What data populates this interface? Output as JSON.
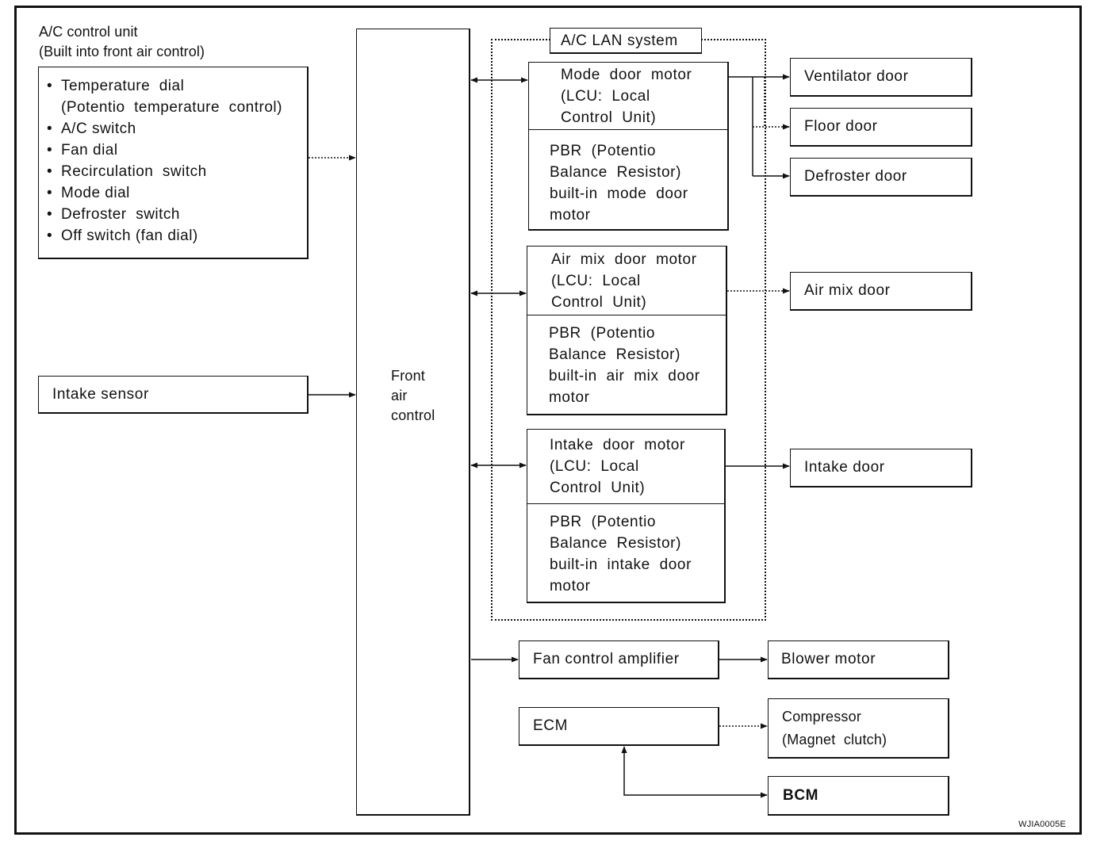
{
  "acu": {
    "title_line1": "A/C control unit",
    "title_line2": "(Built into front air control)",
    "items": [
      "Temperature  dial",
      "(Potentio  temperature  control)",
      "A/C switch",
      "Fan dial",
      "Recirculation  switch",
      "Mode dial",
      "Defroster  switch",
      "Off switch (fan dial)"
    ]
  },
  "intake_sensor": "Intake  sensor",
  "front_air_control": "Front\nair\ncontrol",
  "lan_title": "A/C  LAN  system",
  "mode_motor": {
    "lcu": "Mode  door  motor\n(LCU:  Local\nControl  Unit)",
    "pbr": "PBR  (Potentio\nBalance  Resistor)\nbuilt-in  mode  door\nmotor"
  },
  "airmix_motor": {
    "lcu": "Air  mix  door  motor\n(LCU:  Local\nControl  Unit)",
    "pbr": "PBR  (Potentio\nBalance  Resistor)\nbuilt-in  air  mix  door\nmotor"
  },
  "intake_motor": {
    "lcu": "Intake  door  motor\n(LCU:  Local\nControl  Unit)",
    "pbr": "PBR  (Potentio\nBalance  Resistor)\nbuilt-in  intake  door\nmotor"
  },
  "doors": {
    "ventilator": "Ventilator  door",
    "floor": "Floor  door",
    "defroster": "Defroster  door",
    "air_mix": "Air  mix  door",
    "intake": "Intake  door"
  },
  "fan_amp": "Fan  control  amplifier",
  "blower": "Blower  motor",
  "ecm": "ECM",
  "compressor": "Compressor\n(Magnet  clutch)",
  "bcm": "BCM",
  "figure_code": "WJIA0005E"
}
